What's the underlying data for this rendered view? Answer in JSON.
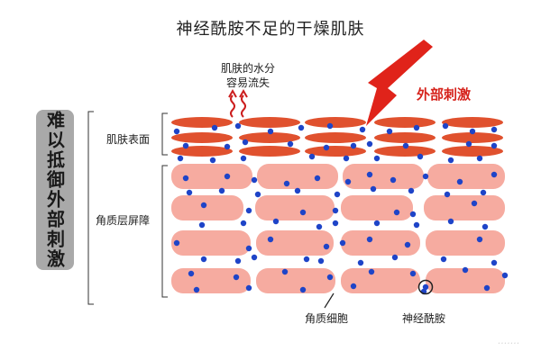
{
  "title": "神经酰胺不足的干燥肌肤",
  "side_label": "难以抵御外部刺激",
  "labels": {
    "water_loss": "肌肤的水分\n容易流失",
    "external_stimulus": "外部刺激",
    "skin_surface": "肌肤表面",
    "stratum_corneum_barrier": "角质层屏障",
    "keratinocyte": "角质细胞",
    "ceramide": "神经酰胺"
  },
  "colors": {
    "surface_cell": "#e0512e",
    "barrier_cell": "#f6aba0",
    "ceramide_dot": "#1e44c8",
    "arrow_red": "#e0231a",
    "wavy_red": "#cc1e1e",
    "side_box": "#a9a9a9"
  }
}
